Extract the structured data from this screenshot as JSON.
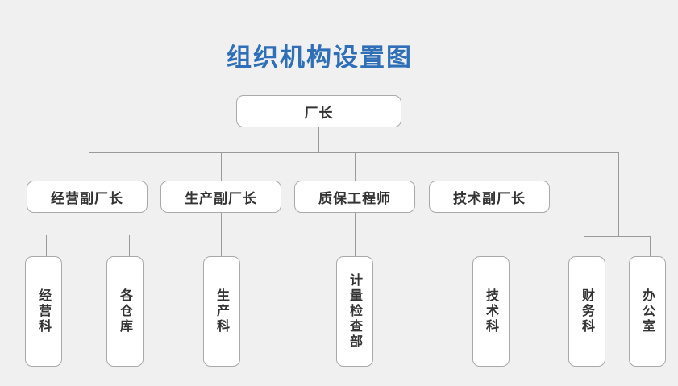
{
  "title": "组织机构设置图",
  "root": "厂长",
  "deputies": [
    "经营副厂长",
    "生产副厂长",
    "质保工程师",
    "技术副厂长"
  ],
  "departments": {
    "jingying": "经营科",
    "cangku": "各仓库",
    "shengchan": "生产科",
    "jiliang": "计量检查部",
    "jishu": "技术科",
    "caiwu": "财务科",
    "bangong": "办公室"
  },
  "colors": {
    "title": "#2f6fb8",
    "border": "#a9a9a9",
    "line": "#9a9a9a",
    "background": "#f0f0f0"
  }
}
